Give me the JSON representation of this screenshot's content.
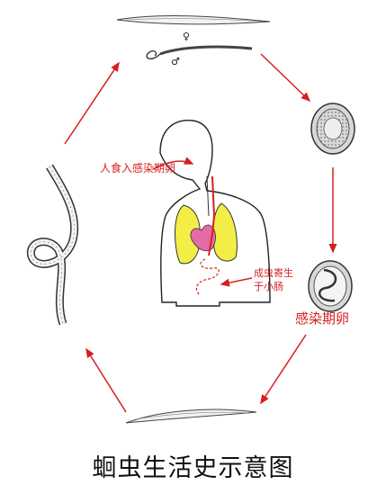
{
  "title": "蛔虫生活史示意图",
  "labels": {
    "ingest": "人食入感染期卵",
    "adult_line1": "成虫寄生",
    "adult_line2": "于小肠",
    "infective_egg": "感染期卵",
    "female_symbol": "♀",
    "male_symbol": "♂"
  },
  "colors": {
    "arrow": "#d61f1f",
    "lung": "#f3ee46",
    "heart": "#e46aa8",
    "ink": "#222222"
  }
}
